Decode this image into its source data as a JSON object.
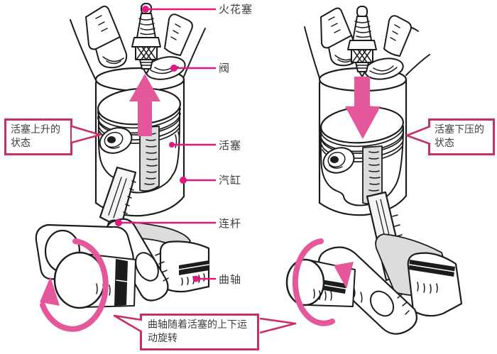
{
  "part_labels": {
    "spark_plug": "火花塞",
    "valve": "阀",
    "piston": "活塞",
    "cylinder": "汽缸",
    "connecting_rod": "连杆",
    "crankshaft": "曲轴"
  },
  "callouts": {
    "piston_up": "活塞上升的状态",
    "piston_down": "活塞下压的状态",
    "crank_rotation": "曲轴随着活塞的上下运动旋转"
  },
  "colors": {
    "ink": "#1c1c1c",
    "accent_pink": "#e4579b",
    "leader_pink": "#e0187f",
    "callout_border": "#cb2e63",
    "shade_gray": "#dcdcdc",
    "text": "#3c3c3c",
    "background": "#ffffff"
  }
}
